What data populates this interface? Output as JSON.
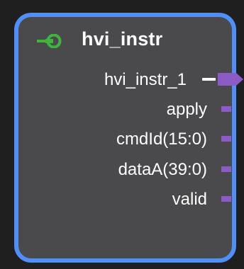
{
  "block": {
    "title": "hvi_instr",
    "icon": "green-link-icon",
    "border_color": "#4f8ff7",
    "fill_color": "#4a4a4c",
    "ports": [
      {
        "label": "hvi_instr_1",
        "kind": "bus-output"
      },
      {
        "label": "apply",
        "kind": "output"
      },
      {
        "label": "cmdId(15:0)",
        "kind": "output"
      },
      {
        "label": "dataA(39:0)",
        "kind": "output"
      },
      {
        "label": "valid",
        "kind": "output"
      }
    ]
  },
  "colors": {
    "background": "#1f1f20",
    "port_pin": "#8a5cc4",
    "icon": "#3fb43f"
  }
}
